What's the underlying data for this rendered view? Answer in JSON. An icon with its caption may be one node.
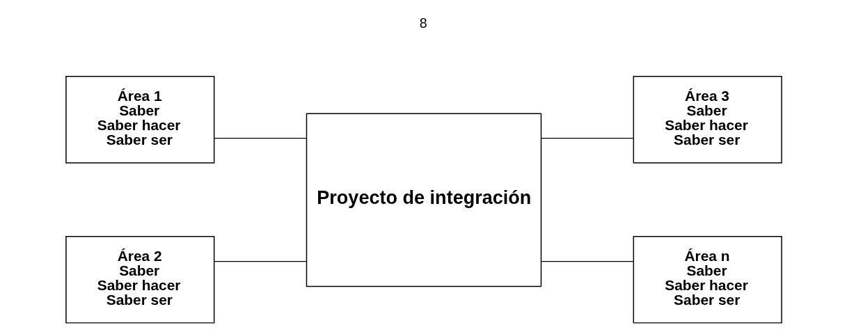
{
  "diagram": {
    "nodes": [
      {
        "text": [
          "Área 1",
          "Saber",
          "Saber hacer",
          "Saber ser"
        ]
      },
      {
        "text": [
          "Proyecto de integración"
        ]
      },
      {
        "text": [
          "Área 3",
          "Saber",
          "Saber hacer",
          "Saber ser"
        ]
      },
      {
        "text": [
          "Área 2",
          "Saber",
          "Saber hacer",
          "Saber ser"
        ]
      },
      {
        "text": [
          "Área n",
          "Saber",
          "Saber hacer",
          "Saber ser"
        ]
      }
    ],
    "edges": [
      {
        "from": 0,
        "to": 1,
        "arrow": "none"
      },
      {
        "from": 3,
        "to": 1,
        "arrow": "none"
      },
      {
        "from": 1,
        "to": 2,
        "arrow": "none"
      },
      {
        "from": 1,
        "to": 4,
        "arrow": "none"
      }
    ],
    "labels": [
      "8"
    ]
  }
}
